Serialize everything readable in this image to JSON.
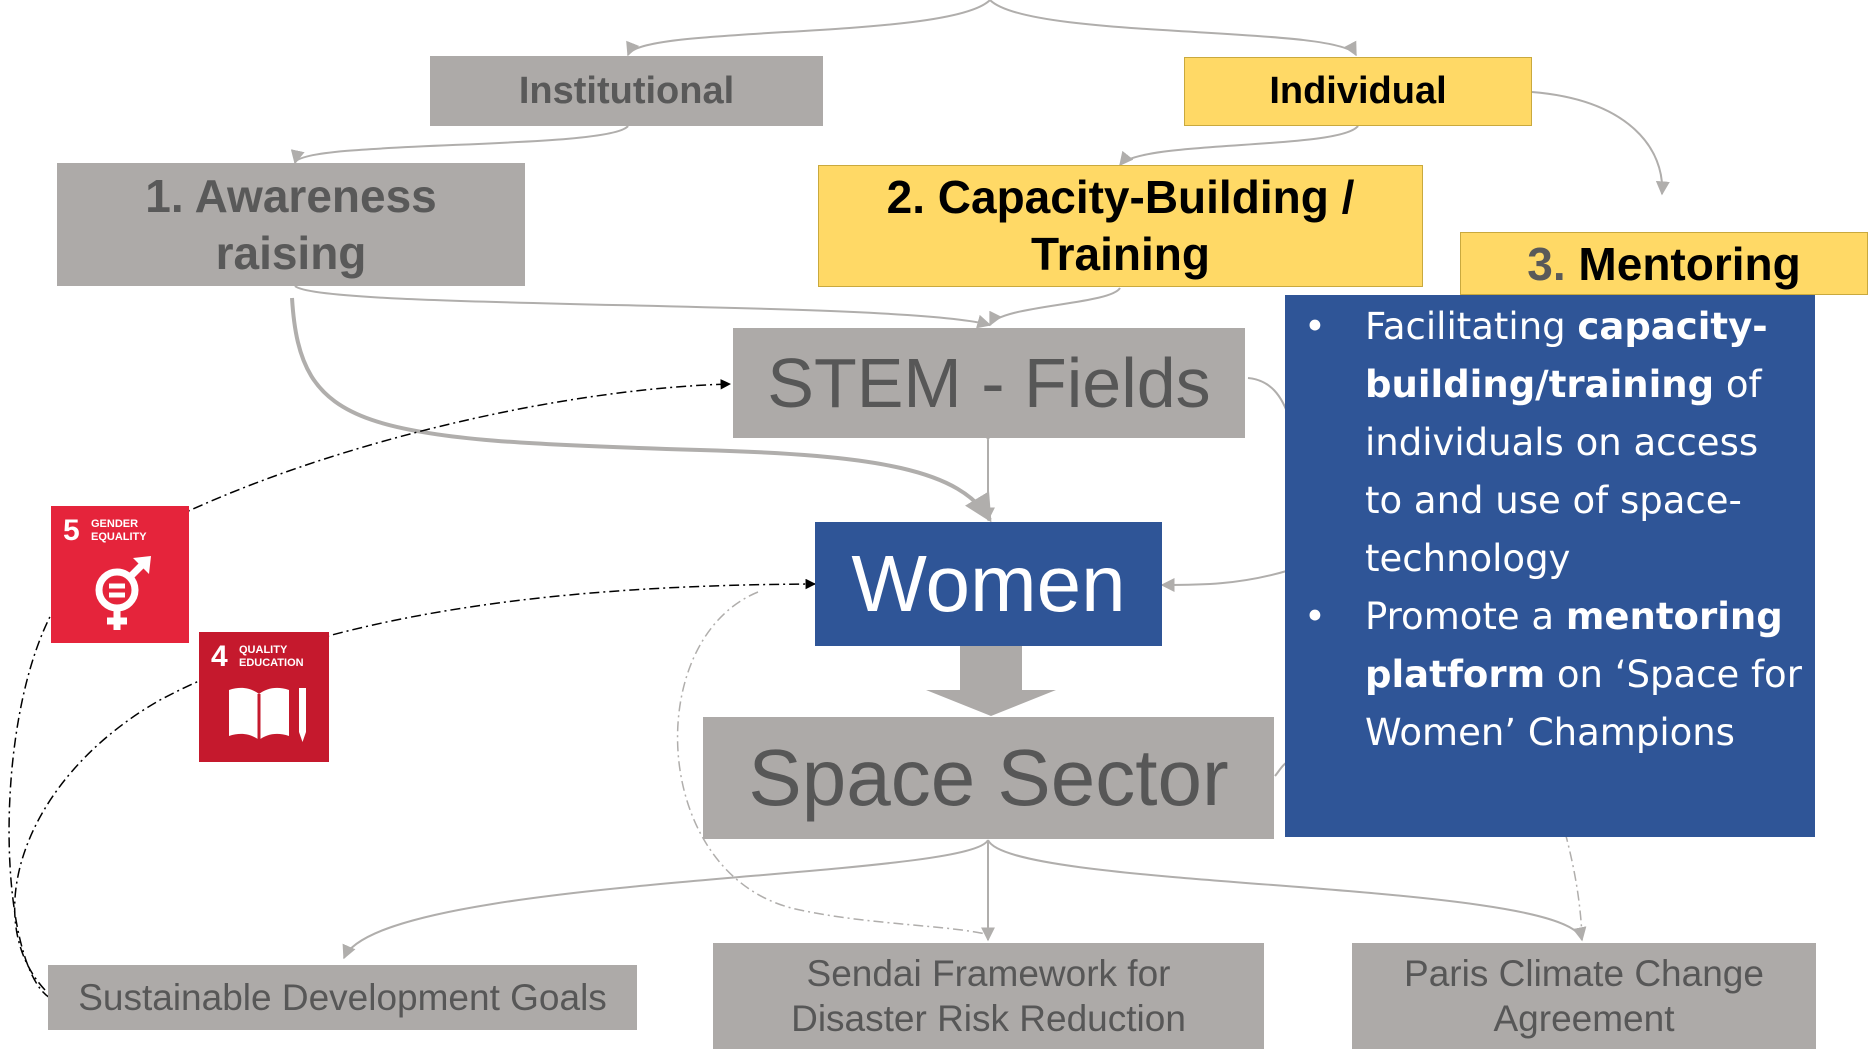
{
  "levels": {
    "institutional": "Institutional",
    "individual": "Individual"
  },
  "activities": {
    "awareness": "1. Awareness raising",
    "capacity_building": "2. Capacity-Building / Training",
    "mentoring_number": "3.",
    "mentoring_label": "Mentoring"
  },
  "central": {
    "stem": "STEM - Fields",
    "women": "Women",
    "space_sector": "Space Sector"
  },
  "frameworks": {
    "sdg": "Sustainable Development Goals",
    "sendai_line1": "Sendai Framework for",
    "sendai_line2": "Disaster Risk Reduction",
    "paris_line1": "Paris Climate Change",
    "paris_line2": "Agreement"
  },
  "mentoring_points": {
    "p1_a": "Facilitating ",
    "p1_b": "capacity-building/training",
    "p1_c": " of individuals on access to and use of space-technology",
    "p2_a": "Promote a ",
    "p2_b": "mentoring platform",
    "p2_c": " on ‘Space for Women’ Champions"
  },
  "sdg_icons": {
    "goal5_number": "5",
    "goal5_label": "GENDER EQUALITY",
    "goal4_number": "4",
    "goal4_label": "QUALITY EDUCATION",
    "goal5_color": "#e5243b",
    "goal4_color": "#c5192d"
  },
  "colors": {
    "gray_box": "#adaaa8",
    "highlight_yellow": "#ffd966",
    "women_blue": "#2f5597"
  }
}
